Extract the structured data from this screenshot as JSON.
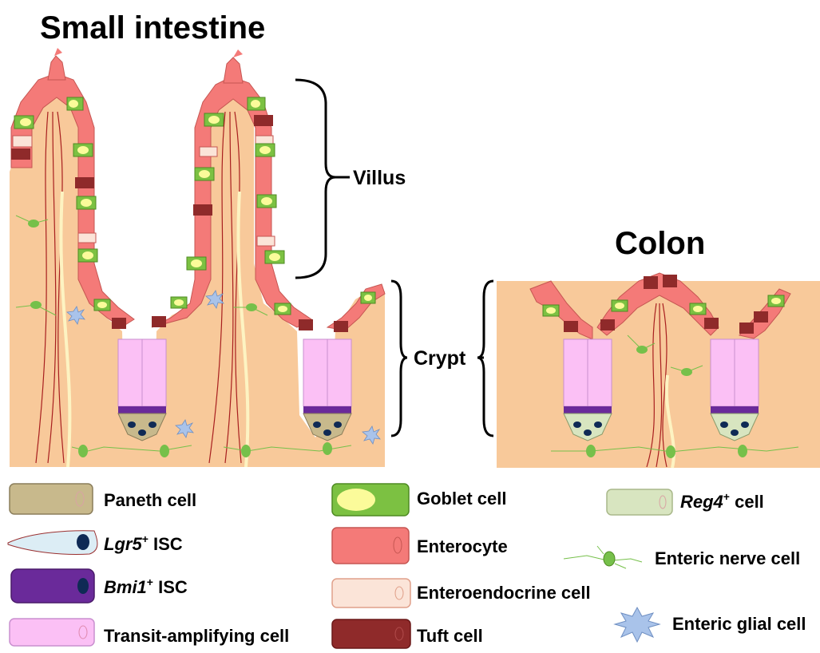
{
  "titles": {
    "small_intestine": "Small intestine",
    "colon": "Colon"
  },
  "labels": {
    "villus": "Villus",
    "crypt": "Crypt"
  },
  "legend": {
    "paneth": "Paneth cell",
    "lgr5_gene": "Lgr5",
    "lgr5_sup": "+",
    "lgr5_suffix": " ISC",
    "bmi1_gene": "Bmi1",
    "bmi1_sup": "+",
    "bmi1_suffix": " ISC",
    "transit": "Transit-amplifying cell",
    "goblet": "Goblet cell",
    "enterocyte": "Enterocyte",
    "enteroendocrine": "Enteroendocrine cell",
    "tuft": "Tuft cell",
    "reg4_gene": "Reg4",
    "reg4_sup": "+",
    "reg4_suffix": " cell",
    "nerve": "Enteric nerve cell",
    "glial": "Enteric glial cell"
  },
  "colors": {
    "tissue": "#f8c99a",
    "enterocyte": "#f47a78",
    "goblet": "#7cc142",
    "goblet_mucus": "#fbfb9a",
    "enteroendocrine": "#fbe4d8",
    "tuft": "#8f2a2a",
    "transit": "#fbc0f5",
    "bmi1": "#6a2a9a",
    "paneth": "#c8b98c",
    "lgr5": "#dcedf5",
    "reg4": "#d8e5c0",
    "vessel": "#a81f1f",
    "nerve": "#76c04a",
    "glial": "#a9c3ea"
  }
}
